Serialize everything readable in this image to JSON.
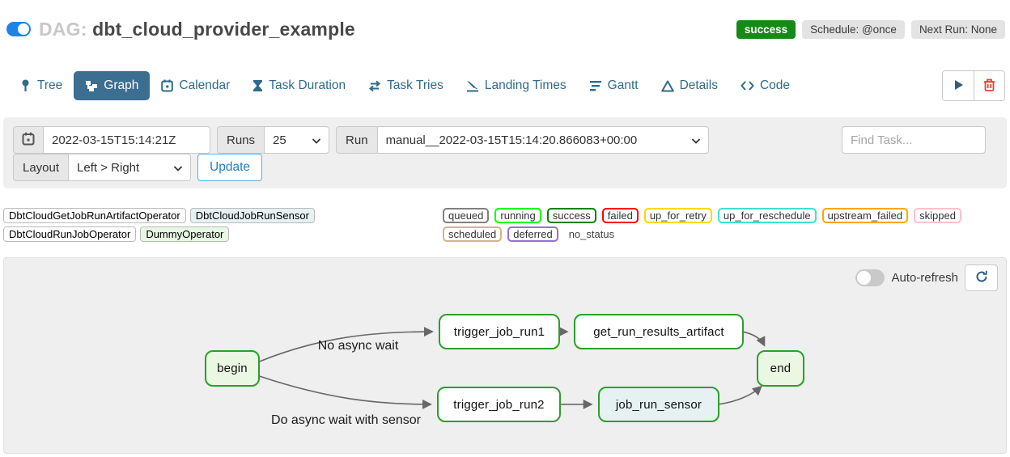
{
  "header": {
    "dag_prefix": "DAG:",
    "dag_title": "dbt_cloud_provider_example",
    "status_badge": "success",
    "schedule_badge": "Schedule: @once",
    "next_run_badge": "Next Run: None",
    "toggle_on": true,
    "accent_blue": "#1e83e8",
    "success_green": "#168a16"
  },
  "tabs": [
    {
      "label": "Tree",
      "icon": "tree-icon",
      "active": false
    },
    {
      "label": "Graph",
      "icon": "graph-icon",
      "active": true
    },
    {
      "label": "Calendar",
      "icon": "calendar-icon",
      "active": false
    },
    {
      "label": "Task Duration",
      "icon": "hourglass-icon",
      "active": false
    },
    {
      "label": "Task Tries",
      "icon": "retry-arrows-icon",
      "active": false
    },
    {
      "label": "Landing Times",
      "icon": "plane-landing-icon",
      "active": false
    },
    {
      "label": "Gantt",
      "icon": "gantt-bars-icon",
      "active": false
    },
    {
      "label": "Details",
      "icon": "triangle-icon",
      "active": false
    },
    {
      "label": "Code",
      "icon": "code-icon",
      "active": false
    }
  ],
  "toolbar": {
    "play_button": "play-icon",
    "delete_button": "trash-icon"
  },
  "filter_bar": {
    "date_value": "2022-03-15T15:14:21Z",
    "runs_label": "Runs",
    "runs_value": "25",
    "run_label": "Run",
    "run_value": "manual__2022-03-15T15:14:20.866083+00:00",
    "find_task_placeholder": "Find Task...",
    "layout_label": "Layout",
    "layout_value": "Left > Right",
    "update_button": "Update"
  },
  "legend": {
    "operators": [
      {
        "label": "DbtCloudGetJobRunArtifactOperator",
        "color": "#ffffff"
      },
      {
        "label": "DbtCloudJobRunSensor",
        "color": "#e6f1f2"
      },
      {
        "label": "DbtCloudRunJobOperator",
        "color": "#ffffff"
      },
      {
        "label": "DummyOperator",
        "color": "#e8f7e4"
      }
    ],
    "states": [
      {
        "label": "queued",
        "color": "#808080"
      },
      {
        "label": "running",
        "color": "#00ff00"
      },
      {
        "label": "success",
        "color": "#008000"
      },
      {
        "label": "failed",
        "color": "#ff0000"
      },
      {
        "label": "up_for_retry",
        "color": "#ffd700"
      },
      {
        "label": "up_for_reschedule",
        "color": "#40e0d0"
      },
      {
        "label": "upstream_failed",
        "color": "#ffa500"
      },
      {
        "label": "skipped",
        "color": "#ffc0cb"
      },
      {
        "label": "scheduled",
        "color": "#d2b48c"
      },
      {
        "label": "deferred",
        "color": "#9370db"
      }
    ],
    "no_status_label": "no_status"
  },
  "graph_panel": {
    "auto_refresh_label": "Auto-refresh",
    "auto_refresh_on": false,
    "edge_color": "#676767",
    "node_border_success": "#2aa02a",
    "nodes": [
      {
        "id": "begin",
        "label": "begin",
        "fill": "#e9f7e3",
        "border": "#2aa02a"
      },
      {
        "id": "trigger_job_run1",
        "label": "trigger_job_run1",
        "fill": "#ffffff",
        "border": "#2aa02a"
      },
      {
        "id": "get_run_results_artifact",
        "label": "get_run_results_artifact",
        "fill": "#ffffff",
        "border": "#2aa02a"
      },
      {
        "id": "trigger_job_run2",
        "label": "trigger_job_run2",
        "fill": "#ffffff",
        "border": "#2aa02a"
      },
      {
        "id": "job_run_sensor",
        "label": "job_run_sensor",
        "fill": "#e6f1f2",
        "border": "#2aa02a"
      },
      {
        "id": "end",
        "label": "end",
        "fill": "#e9f7e3",
        "border": "#2aa02a"
      }
    ],
    "edge_labels": [
      {
        "text": "No async wait"
      },
      {
        "text": "Do async wait with sensor"
      }
    ]
  }
}
